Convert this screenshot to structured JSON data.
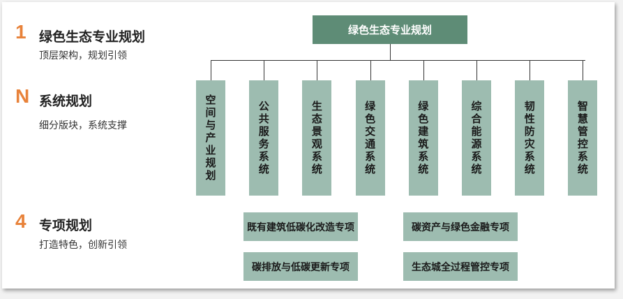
{
  "sections": [
    {
      "num": "1",
      "title": "绿色生态专业规划",
      "subtitle": "顶层架构，规划引领"
    },
    {
      "num": "N",
      "title": "系统规划",
      "subtitle": "细分版块，系统支撑"
    },
    {
      "num": "4",
      "title": "专项规划",
      "subtitle": "打造特色，创新引领"
    }
  ],
  "root": "绿色生态专业规划",
  "systems": [
    "空间与产业规划",
    "公共服务系统",
    "生态景观系统",
    "绿色交通系统",
    "绿色建筑系统",
    "综合能源系统",
    "韧性防灾系统",
    "智慧管控系统"
  ],
  "specials": [
    "既有建筑低碳化改造专项",
    "碳资产与绿色金融专项",
    "碳排放与低碳更新专项",
    "生态城全过程管控专项"
  ],
  "colors": {
    "accent": "#e8823a",
    "root": "#5e8c76",
    "box": "#9dbcb0"
  }
}
